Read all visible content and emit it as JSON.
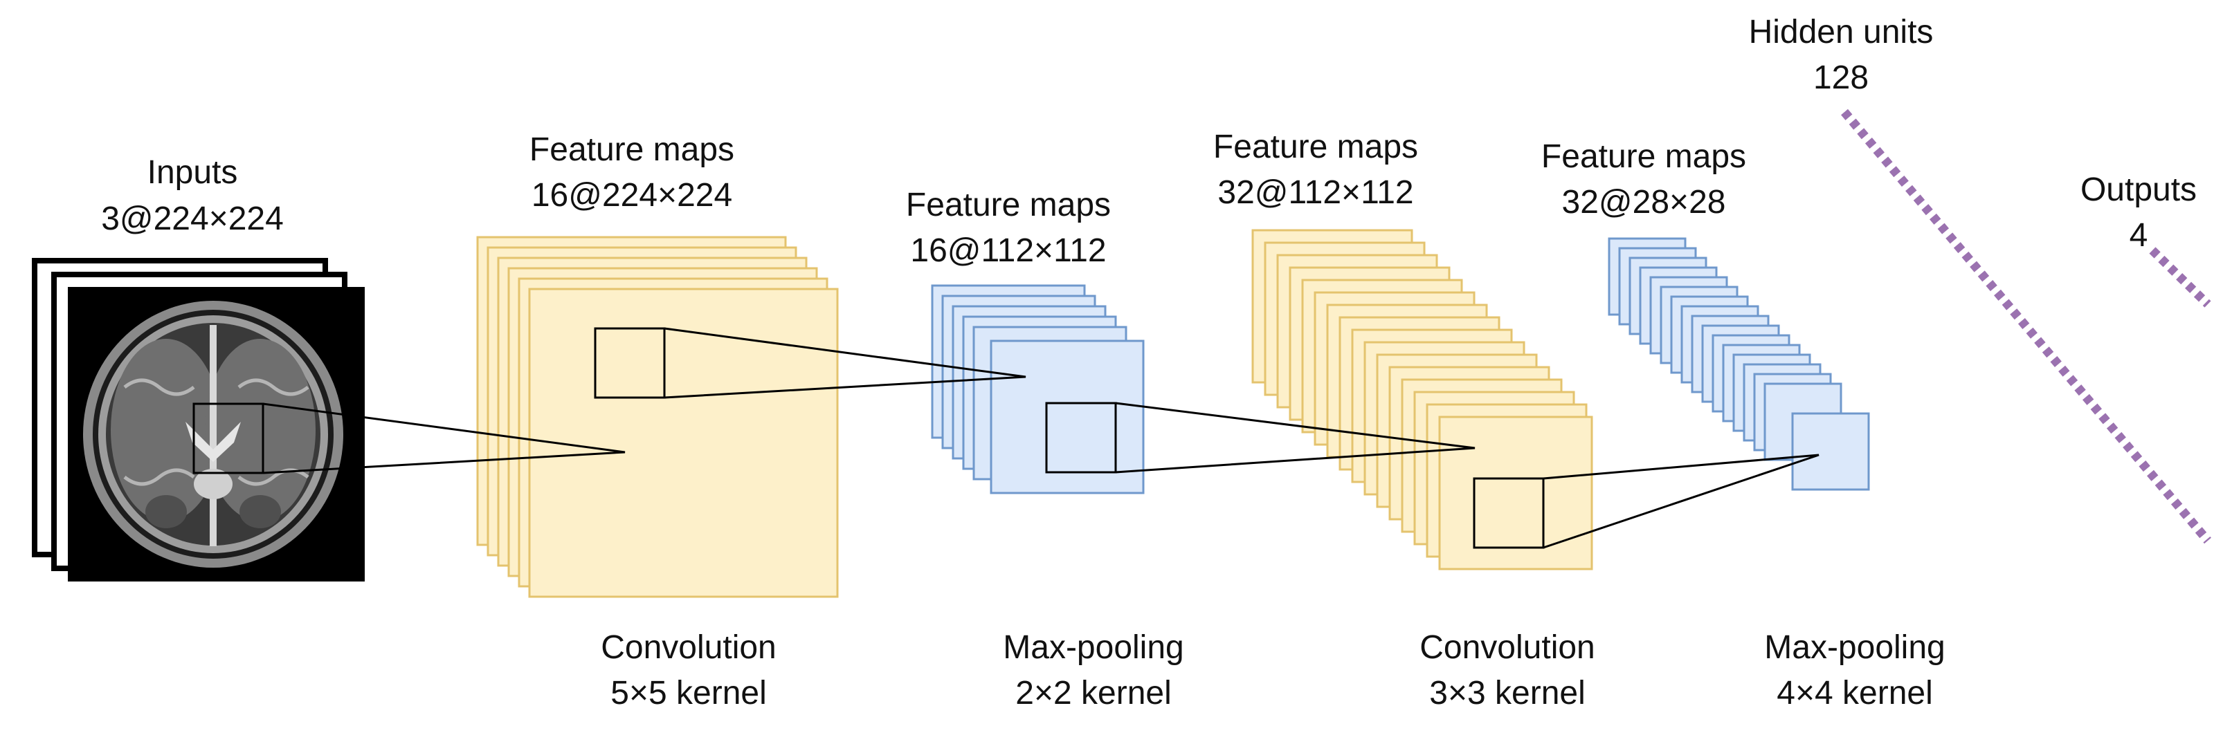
{
  "labels": {
    "inputs": {
      "line1": "Inputs",
      "line2": "3@224×224"
    },
    "fm1": {
      "line1": "Feature maps",
      "line2": "16@224×224"
    },
    "fm2": {
      "line1": "Feature maps",
      "line2": "16@112×112"
    },
    "fm3": {
      "line1": "Feature maps",
      "line2": "32@112×112"
    },
    "fm4": {
      "line1": "Feature maps",
      "line2": "32@28×28"
    },
    "hidden": {
      "line1": "Hidden units",
      "line2": "128"
    },
    "outputs": {
      "line1": "Outputs",
      "line2": "4"
    },
    "op1": {
      "line1": "Convolution",
      "line2": "5×5 kernel"
    },
    "op2": {
      "line1": "Max-pooling",
      "line2": "2×2 kernel"
    },
    "op3": {
      "line1": "Convolution",
      "line2": "3×3 kernel"
    },
    "op4": {
      "line1": "Max-pooling",
      "line2": "4×4 kernel"
    }
  },
  "colors": {
    "conv_fill": "#FDF0CA",
    "conv_stroke": "#E4C36E",
    "pool_fill": "#DBE8FA",
    "pool_stroke": "#6F98CC",
    "dense_dots": "#9B72B0",
    "input_frame": "#000000"
  },
  "input_image": "brain-mri-axial-slice"
}
